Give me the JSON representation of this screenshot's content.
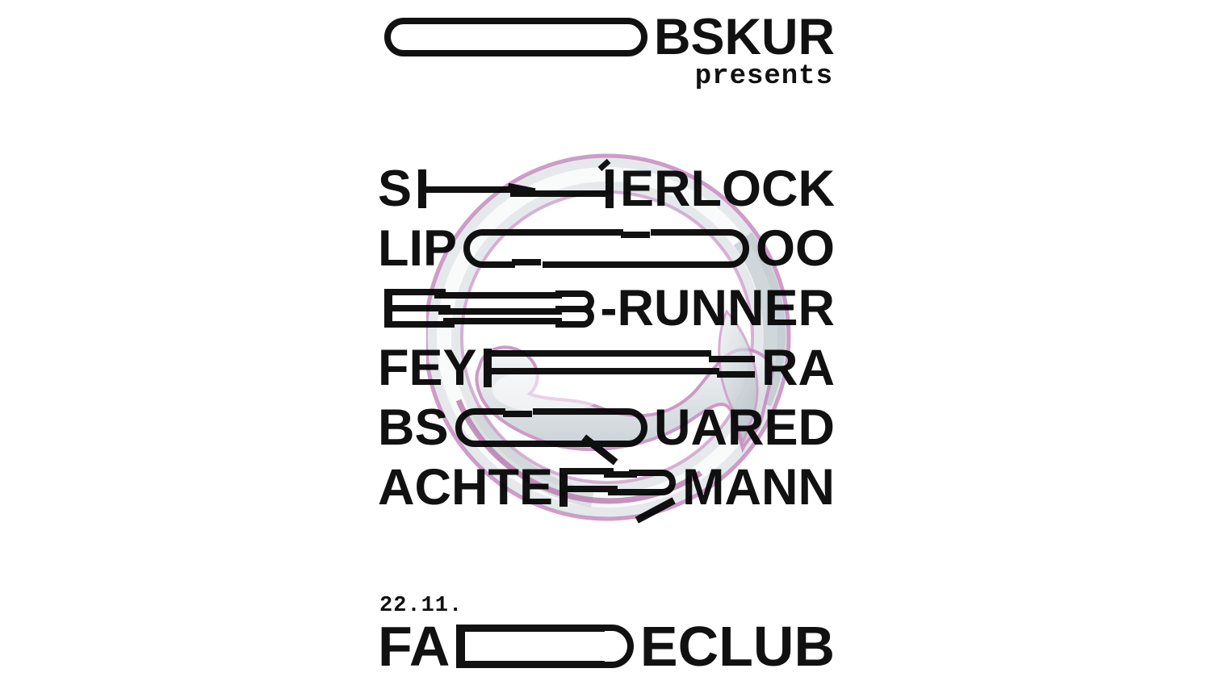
{
  "poster": {
    "background": "#ffffff",
    "ink": "#111111",
    "accent_pink": "#c58cbe",
    "glass_gray": "#dfe3e7",
    "glass_shadow": "#aeb9c1",
    "header": {
      "brand_stretched_letter": "O",
      "brand_suffix": "BSKUR",
      "tagline": "presents"
    },
    "lineup": [
      {
        "prefix": "S",
        "stretched_letter": "H",
        "suffix": "ERLOCK"
      },
      {
        "prefix": "LIP",
        "stretched_letter": "O",
        "suffix": "OO"
      },
      {
        "prefix": "",
        "stretched_letter": "B",
        "suffix": "-RUNNER"
      },
      {
        "prefix": "FEY",
        "stretched_letter": "F",
        "suffix": "RA"
      },
      {
        "prefix": "BS",
        "stretched_letter": "Q",
        "suffix": "UARED"
      },
      {
        "prefix": "ACHTE",
        "stretched_letter": "R",
        "suffix": "MANN"
      }
    ],
    "footer": {
      "date": "22.11.",
      "venue_prefix": "FA",
      "venue_stretched_letter": "D",
      "venue_suffix": "ECLUB"
    },
    "emblem_name": "glass-q-logo"
  }
}
